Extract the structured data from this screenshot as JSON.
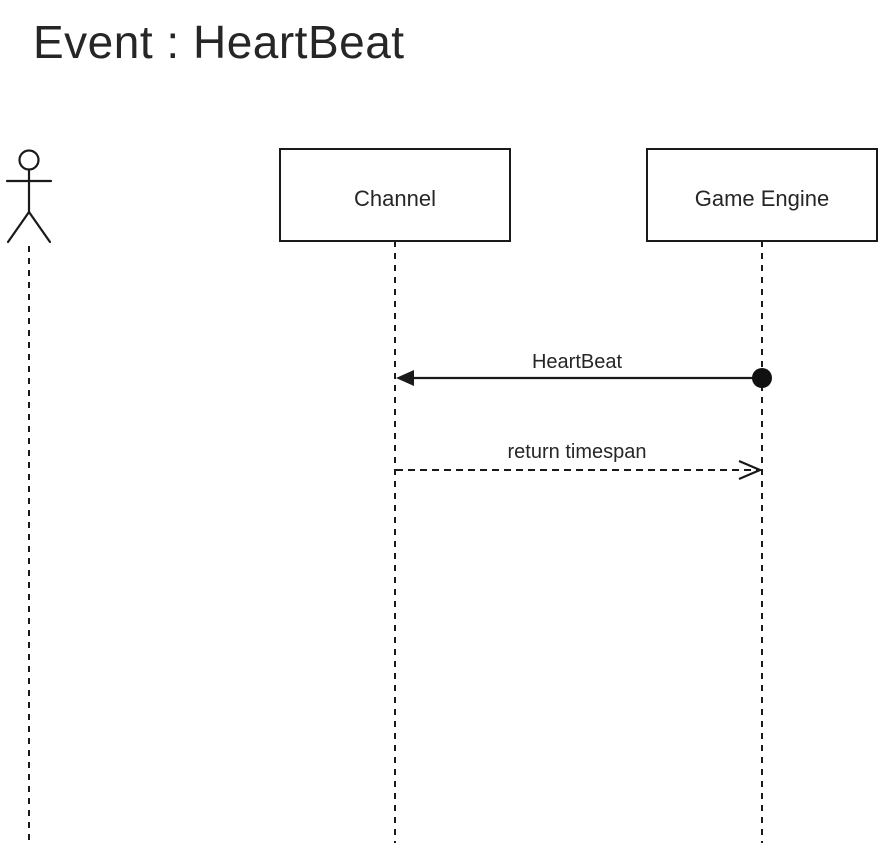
{
  "diagram": {
    "title": "Event : HeartBeat",
    "type": "sequence",
    "participants": [
      {
        "id": "actor",
        "kind": "actor",
        "label": ""
      },
      {
        "id": "channel",
        "kind": "box",
        "label": "Channel"
      },
      {
        "id": "engine",
        "kind": "box",
        "label": "Game Engine"
      }
    ],
    "messages": [
      {
        "label": "HeartBeat",
        "from": "engine",
        "to": "channel",
        "style": "sync-found"
      },
      {
        "label": "return timespan",
        "from": "channel",
        "to": "engine",
        "style": "return"
      }
    ]
  }
}
